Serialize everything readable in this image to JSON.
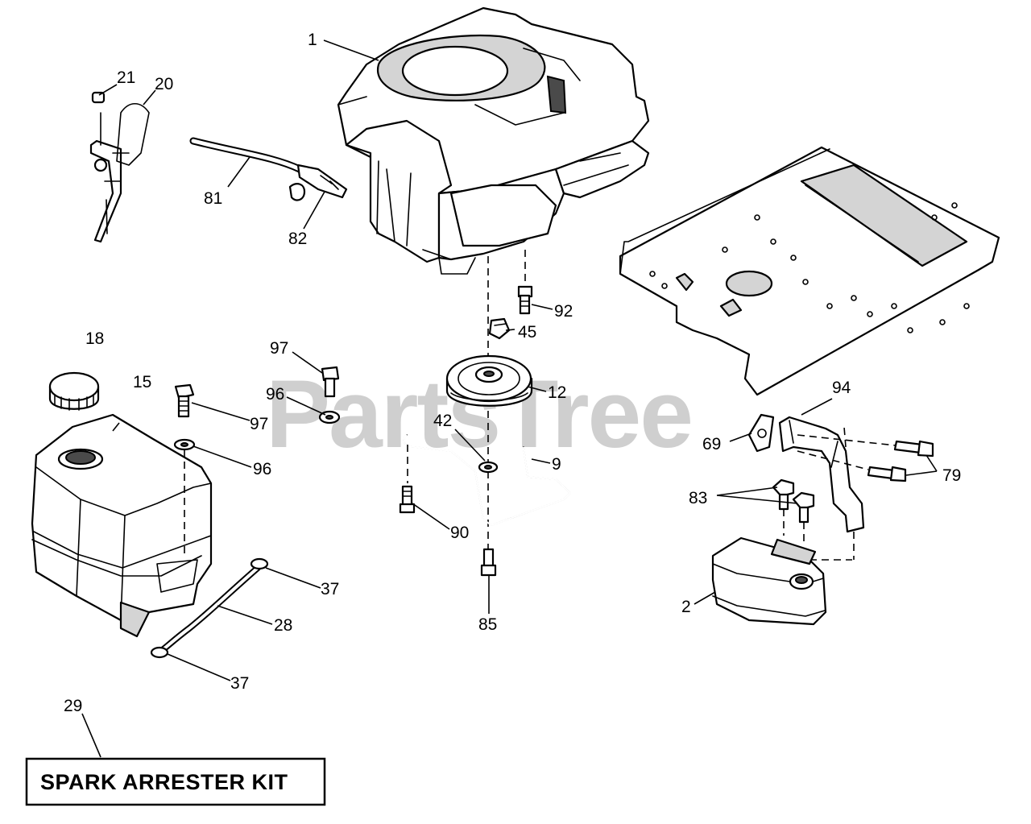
{
  "watermark": "PartsTree",
  "kit_label": "SPARK ARRESTER KIT",
  "callouts": [
    "1",
    "21",
    "20",
    "81",
    "82",
    "92",
    "45",
    "12",
    "18",
    "15",
    "97",
    "96",
    "97",
    "96",
    "42",
    "9",
    "90",
    "85",
    "37",
    "28",
    "37",
    "29",
    "69",
    "94",
    "79",
    "83",
    "2"
  ]
}
